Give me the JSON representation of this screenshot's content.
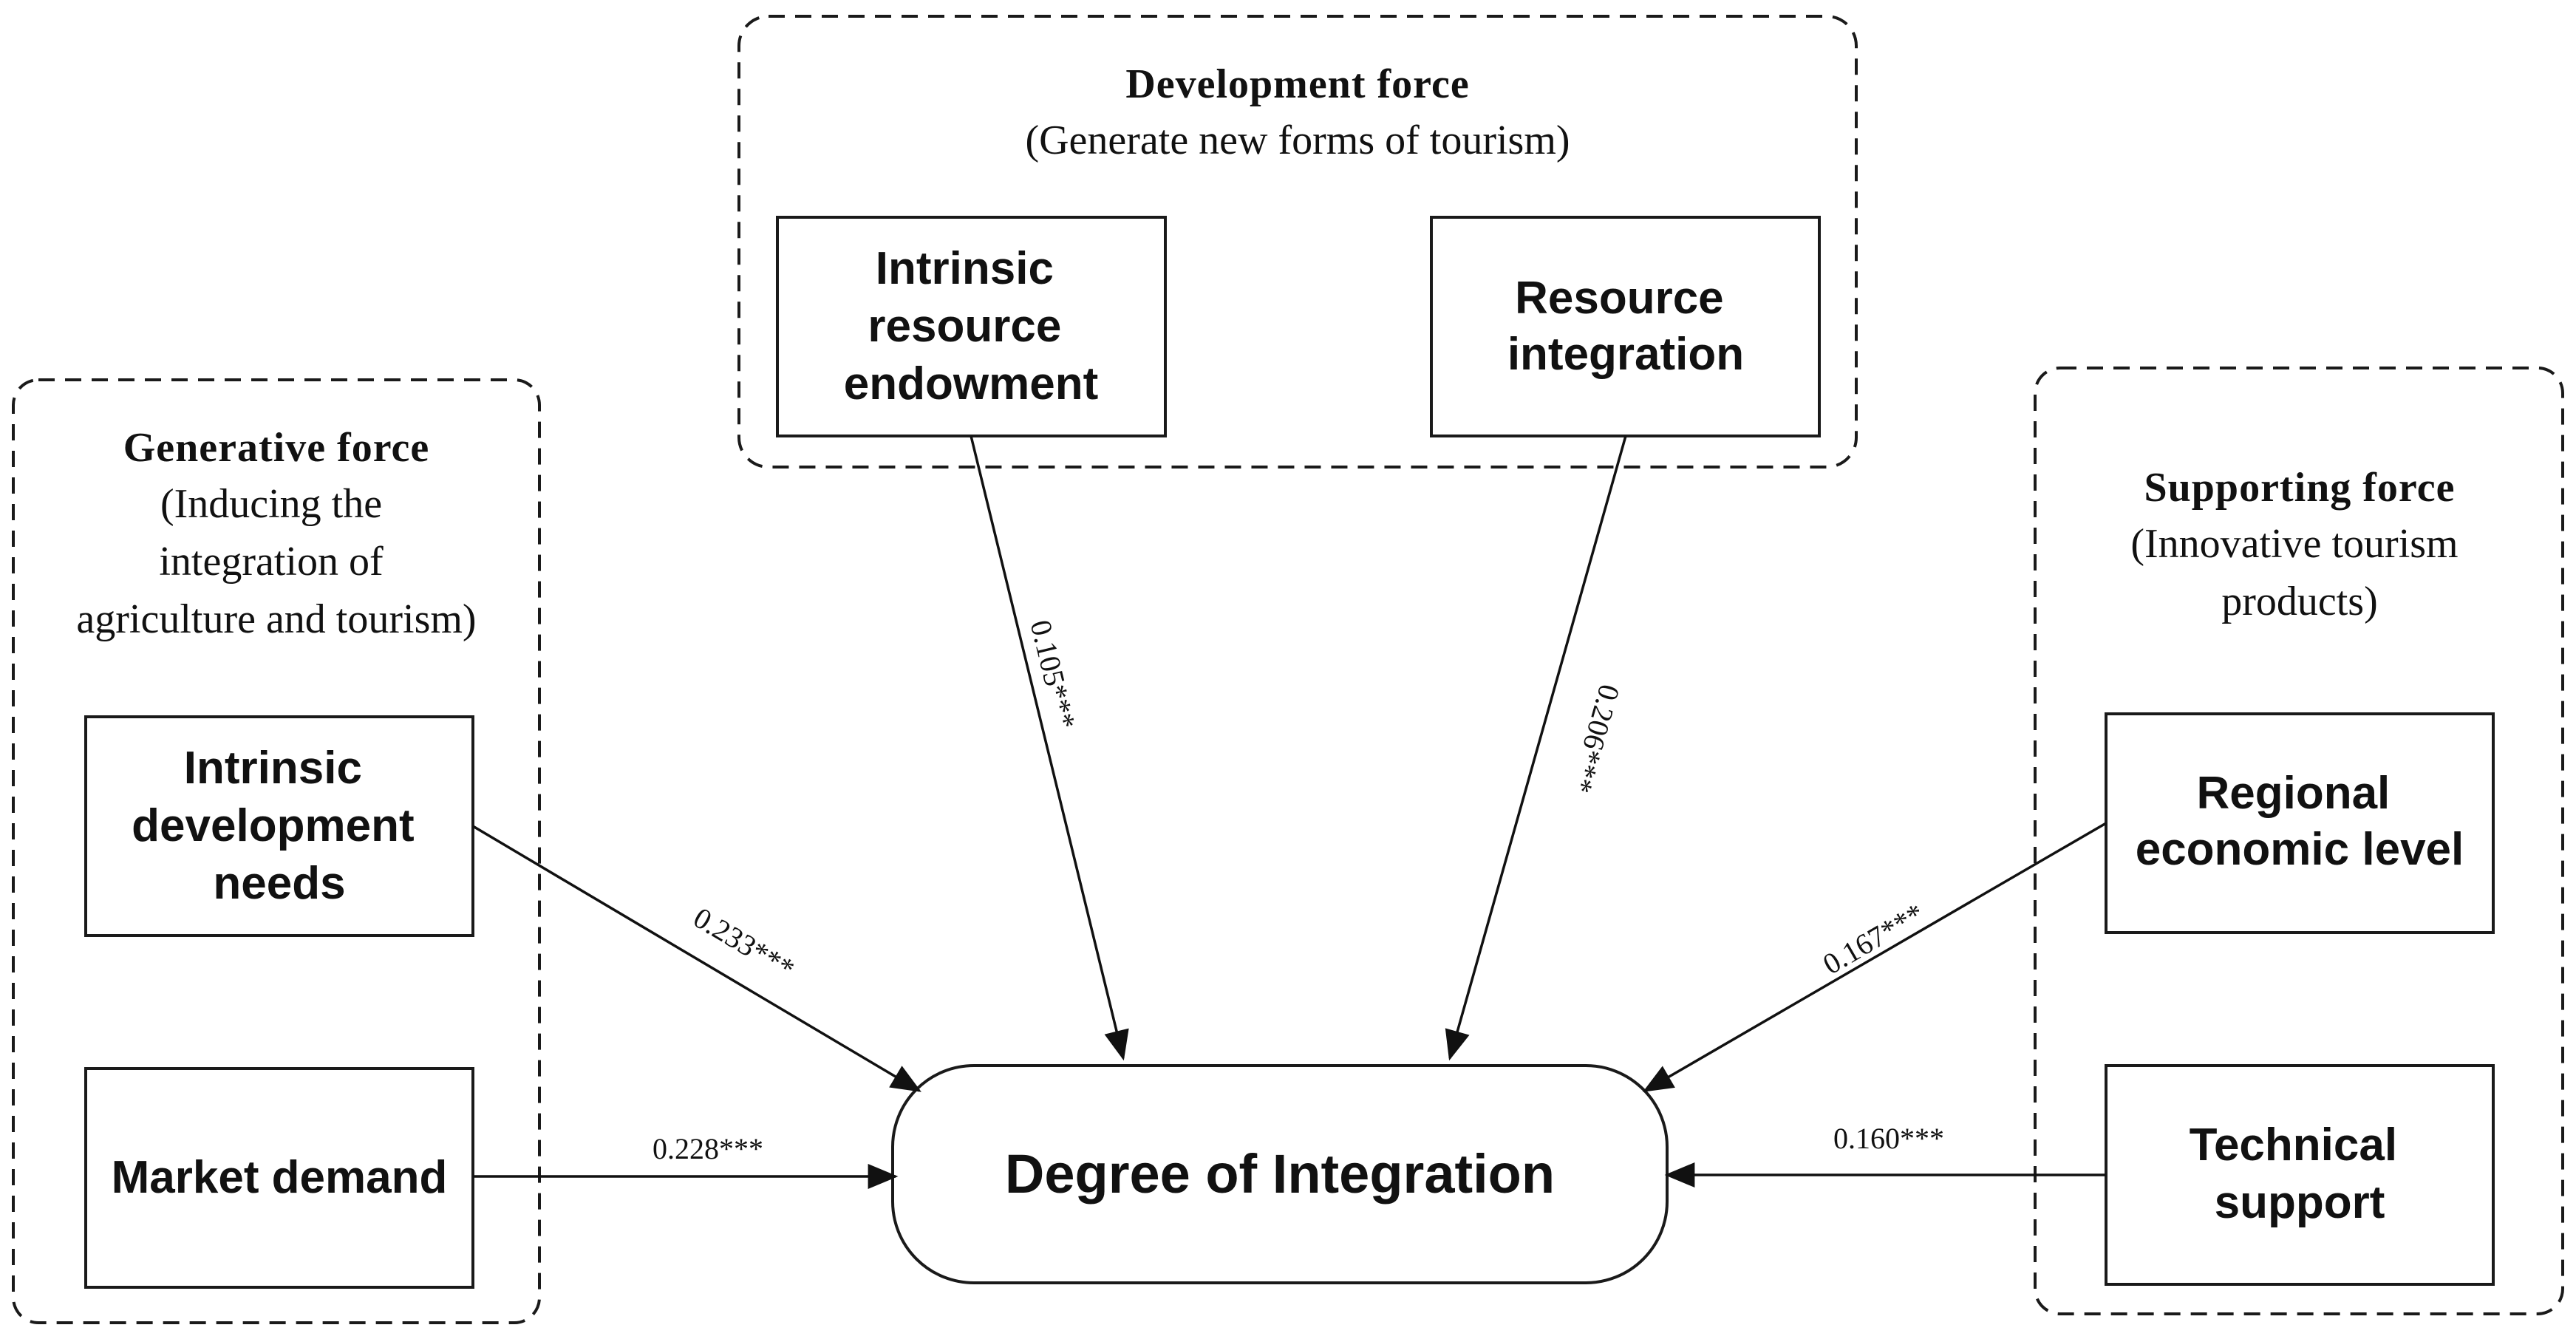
{
  "groups": {
    "development": {
      "title": "Development  force",
      "subtitle": "(Generate new forms of tourism)",
      "box1": [
        "Intrinsic",
        "resource",
        "endowment"
      ],
      "box2": [
        "Resource",
        "integration"
      ]
    },
    "generative": {
      "title": "Generative  force",
      "subtitle": [
        "(Inducing the",
        "integration of",
        "agriculture and tourism)"
      ],
      "box1": [
        "Intrinsic",
        "development",
        "needs"
      ],
      "box2": [
        "Market demand"
      ]
    },
    "supporting": {
      "title": "Supporting  force",
      "subtitle": [
        "(Innovative tourism",
        "products)"
      ],
      "box1": [
        "Regional",
        "economic level"
      ],
      "box2": [
        "Technical",
        "support"
      ]
    }
  },
  "center": {
    "label": "Degree of Integration"
  },
  "coefficients": {
    "intrinsic_resource_endowment": "0.105***",
    "resource_integration": "0.206***",
    "intrinsic_development_needs": "0.233***",
    "market_demand": "0.228***",
    "regional_economic_level": "0.167***",
    "technical_support": "0.160***"
  }
}
